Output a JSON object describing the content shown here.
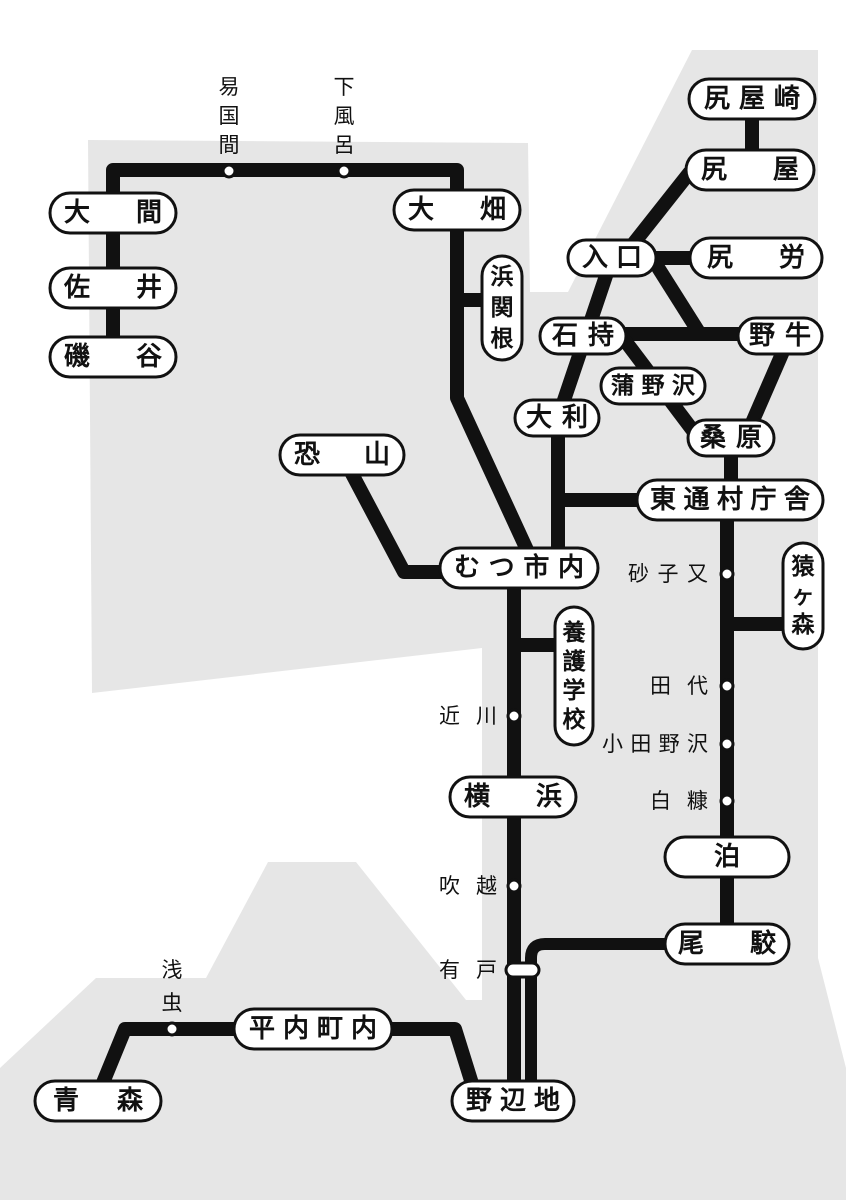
{
  "colors": {
    "land": "#e6e6e6",
    "line": "#111111",
    "label_fill": "#ffffff"
  },
  "stations": {
    "shiriyazaki": "尻屋崎",
    "shiriya": "尻屋",
    "shitsukari": "尻労",
    "iriguchi": "入口",
    "ishimochi": "石持",
    "moushi": "野牛",
    "gamanosawa": "蒲野沢",
    "ori": "大利",
    "kuwahara": "桑原",
    "village_office": "東通村庁舎",
    "ohata": "大畑",
    "oma": "大間",
    "sai": "佐井",
    "isoya": "磯谷",
    "hamasekine": "浜関根",
    "osorezan": "恐山",
    "mutsu_city": "むつ市内",
    "sarugamori": "猿ヶ森",
    "school": "養護学校",
    "yokohama": "横浜",
    "tomari": "泊",
    "obuchi": "尾駮",
    "noheji": "野辺地",
    "hiranai_town": "平内町内",
    "aomori": "青森"
  },
  "stops": {
    "ikokuma": "易国間",
    "shimofuro": "下風呂",
    "sunagomata": "砂子又",
    "tashiro": "田代",
    "odanosawa": "小田野沢",
    "shirinuka": "白糠",
    "chikagawa": "近川",
    "fukkoshi": "吹越",
    "arito": "有戸",
    "asamushi": "浅虫"
  }
}
